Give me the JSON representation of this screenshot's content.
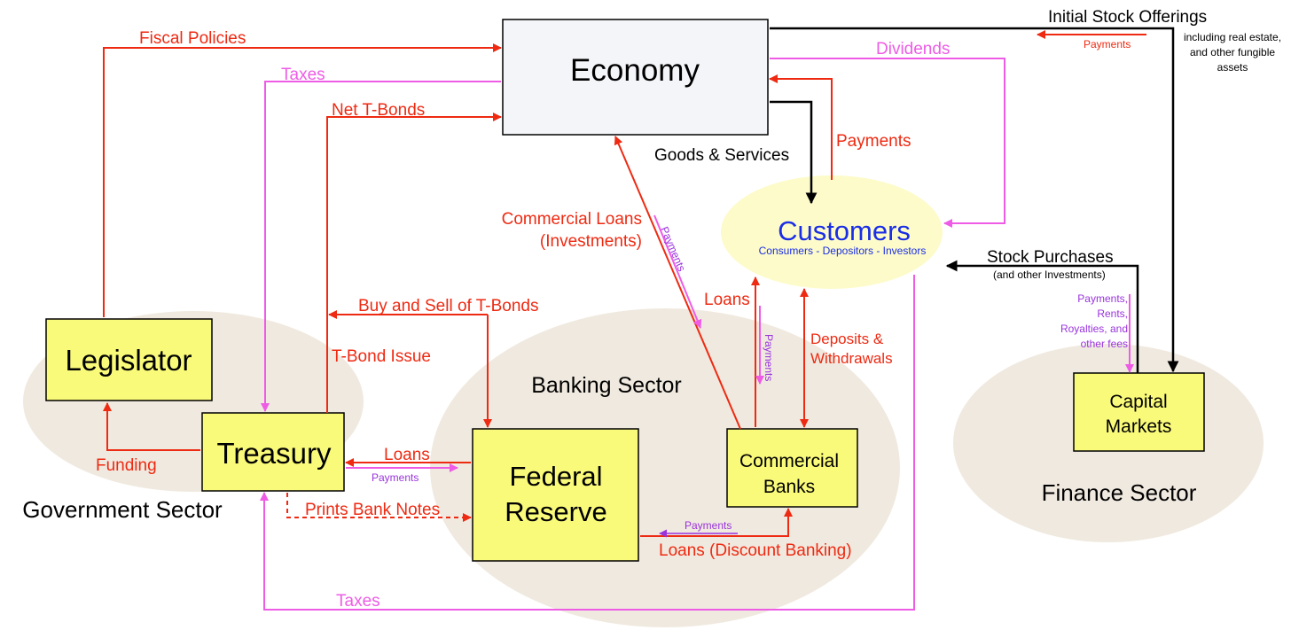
{
  "colors": {
    "red": "#ee2a12",
    "pink": "#ee5ce6",
    "purple": "#9933dd",
    "black": "#000000",
    "blue": "#1a2ee6",
    "box_yellow": "#fafa7a",
    "economy_box": "#f4f5f8",
    "sector_ellipse": "#f0e9df",
    "customers_ellipse": "#fdfbc9"
  },
  "sectors": {
    "government": "Government Sector",
    "banking": "Banking Sector",
    "finance": "Finance Sector"
  },
  "nodes": {
    "economy": "Economy",
    "legislator": "Legislator",
    "treasury": "Treasury",
    "federal_reserve_line1": "Federal",
    "federal_reserve_line2": "Reserve",
    "commercial_banks_line1": "Commercial",
    "commercial_banks_line2": "Banks",
    "capital_markets_line1": "Capital",
    "capital_markets_line2": "Markets",
    "customers": "Customers",
    "customers_subtitle": "Consumers - Depositors - Investors"
  },
  "flows": {
    "fiscal_policies": "Fiscal Policies",
    "taxes_top": "Taxes",
    "net_t_bonds": "Net T-Bonds",
    "initial_stock_offerings": "Initial Stock Offerings",
    "payments_ipo": "Payments",
    "ipo_note_line1": "including real estate,",
    "ipo_note_line2": "and other fungible",
    "ipo_note_line3": "assets",
    "dividends": "Dividends",
    "goods_services": "Goods & Services",
    "payments_customers": "Payments",
    "commercial_loans_line1": "Commercial Loans",
    "commercial_loans_line2": "(Investments)",
    "payments_commercial_loans": "Payments",
    "stock_purchases": "Stock Purchases",
    "stock_purchases_note": "(and other Investments)",
    "capital_payments_line1": "Payments,",
    "capital_payments_line2": "Rents,",
    "capital_payments_line3": "Royalties, and",
    "capital_payments_line4": "other fees",
    "loans_customers": "Loans",
    "payments_loans": "Payments",
    "deposits_line1": "Deposits &",
    "deposits_line2": "Withdrawals",
    "buy_sell_t_bonds": "Buy and Sell of T-Bonds",
    "t_bond_issue": "T-Bond Issue",
    "funding": "Funding",
    "loans_treasury": "Loans",
    "payments_treasury": "Payments",
    "prints_bank_notes": "Prints Bank Notes",
    "payments_discount": "Payments",
    "loans_discount": "Loans (Discount Banking)",
    "taxes_bottom": "Taxes"
  }
}
